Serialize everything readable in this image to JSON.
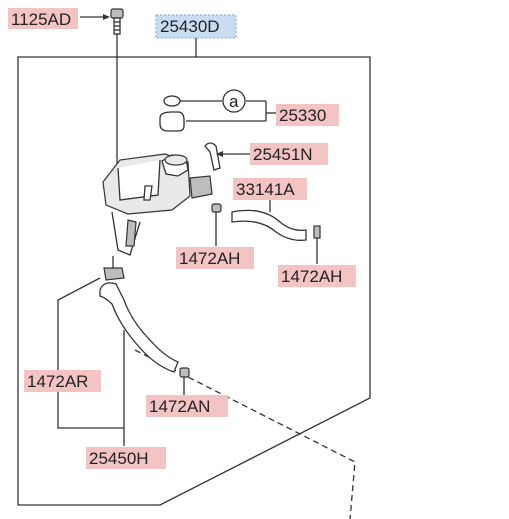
{
  "labels": {
    "bolt": "1125AD",
    "assembly": "25430D",
    "cap": "25330",
    "circle_ref": "a",
    "overflow_hose": "25451N",
    "hose_right": "33141A",
    "clamp_upper": "1472AH",
    "clamp_right": "1472AH",
    "clamp_left": "1472AR",
    "clamp_lower": "1472AN",
    "return_hose": "25450H"
  },
  "colors": {
    "label_highlight": "#f4c4c4",
    "assembly_highlight": "#c9dcf2",
    "line": "#333333"
  }
}
